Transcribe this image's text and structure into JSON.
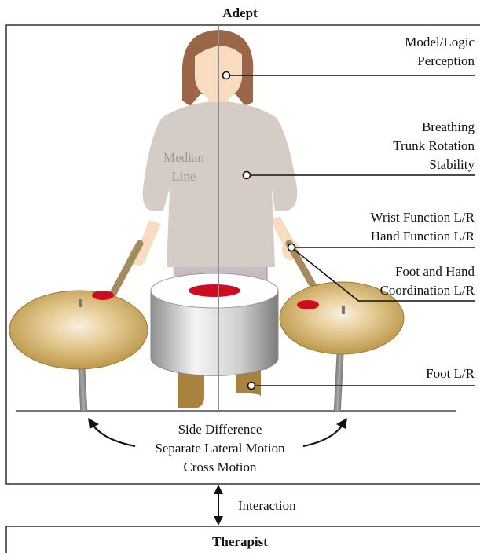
{
  "adept": {
    "title": "Adept",
    "median_line": "Median\nLine",
    "labels": {
      "model_logic": "Model/Logic\nPerception",
      "breathing": "Breathing\nTrunk Rotation\nStability",
      "wrist_hand": "Wrist Function L/R\nHand Function L/R",
      "coordination": "Foot and Hand\nCoordination L/R",
      "foot": "Foot L/R",
      "side_difference": "Side Difference\nSeparate Lateral Motion\nCross Motion"
    }
  },
  "interaction": "Interaction",
  "therapist": {
    "title": "Therapist"
  },
  "colors": {
    "hair": "#9b6647",
    "skin": "#f7dcc0",
    "shirt": "#d6ccc6",
    "pants": "#c6bcc1",
    "shoes": "#a8823f",
    "drum_red": "#cc0d1f",
    "cymbal": "#d9b77a",
    "frame": "#111111"
  }
}
